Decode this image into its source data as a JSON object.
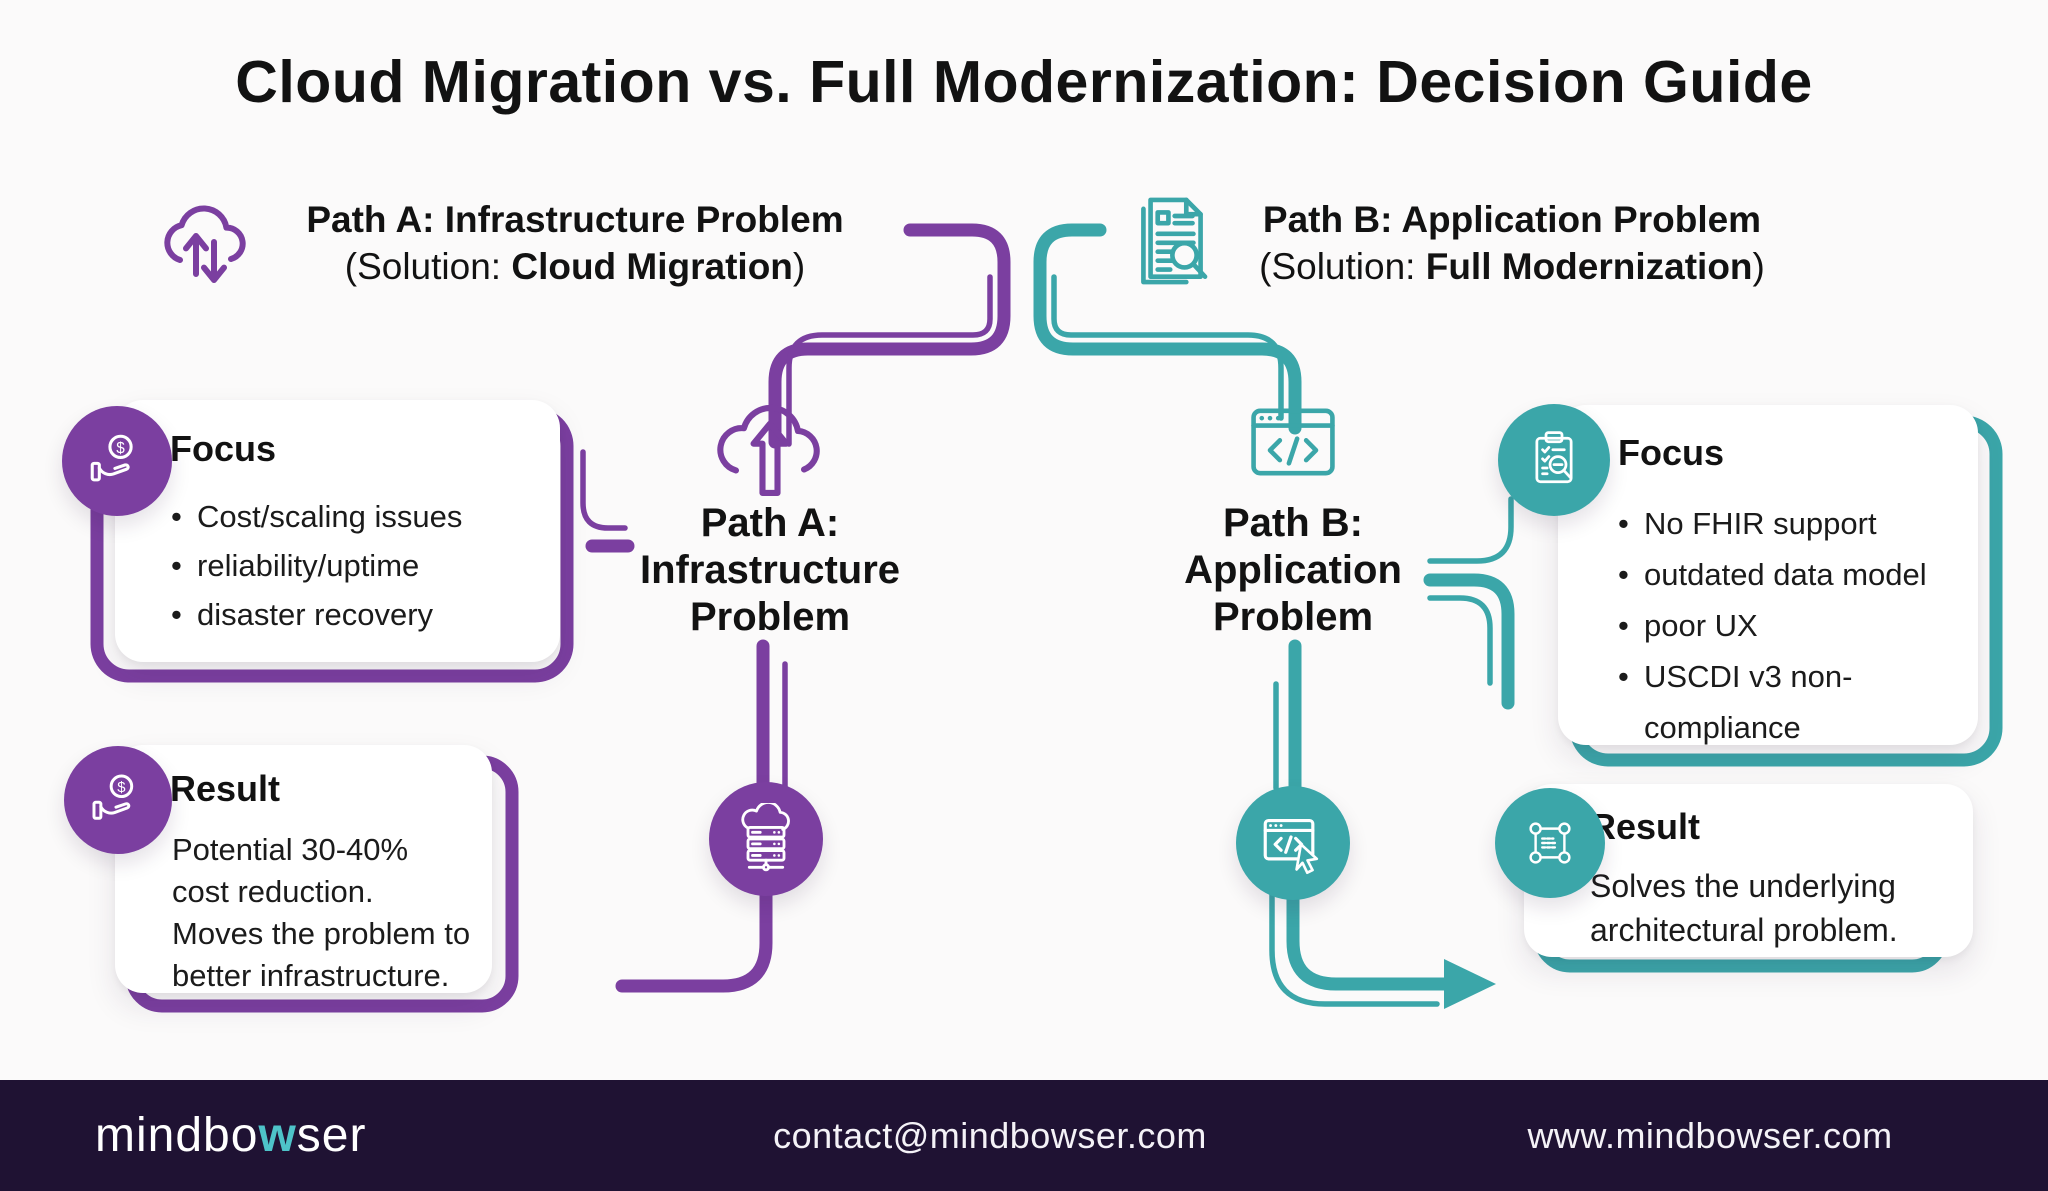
{
  "title": "Cloud Migration vs. Full Modernization: Decision Guide",
  "colors": {
    "purple": "#7b3fa0",
    "teal": "#3ba6a9",
    "footer_background": "#1f1233",
    "logo_accent": "#4ec3c9",
    "card_background": "#ffffff",
    "page_background": "#fbfafa",
    "text": "#141414"
  },
  "path_a": {
    "header": {
      "title": "Path A: Infrastructure Problem",
      "solution_prefix": "(Solution: ",
      "solution": "Cloud Migration",
      "solution_suffix": ")"
    },
    "node_label": "Path A:\nInfrastructure\nProblem",
    "focus": {
      "heading": "Focus",
      "bullets": [
        "Cost/scaling issues",
        "reliability/uptime",
        "disaster recovery"
      ]
    },
    "result": {
      "heading": "Result",
      "text": "Potential 30-40%\ncost reduction.\nMoves the problem to\nbetter infrastructure."
    }
  },
  "path_b": {
    "header": {
      "title": "Path B: Application Problem",
      "solution_prefix": "(Solution: ",
      "solution": "Full Modernization",
      "solution_suffix": ")"
    },
    "node_label": "Path B:\nApplication\nProblem",
    "focus": {
      "heading": "Focus",
      "bullets": [
        "No FHIR support",
        "outdated data model",
        "poor UX",
        "USCDI v3 non-compliance"
      ]
    },
    "result": {
      "heading": "Result",
      "text": "Solves the underlying\narchitectural problem."
    }
  },
  "footer": {
    "logo_prefix": "mindbo",
    "logo_accent": "w",
    "logo_suffix": "ser",
    "email": "contact@mindbowser.com",
    "website": "www.mindbowser.com"
  },
  "icons": {
    "path_a_header": "cloud-migration-icon",
    "path_b_header": "document-search-icon",
    "path_a_node": "cloud-upload-icon",
    "path_b_node": "code-window-icon",
    "focus_a": "hand-coin-icon",
    "result_a": "hand-coin-icon",
    "focus_b": "clipboard-search-icon",
    "result_b": "architecture-frame-icon",
    "node_a_circle": "cloud-server-icon",
    "node_b_circle": "code-cursor-icon",
    "flow_end": "arrow-right-icon"
  }
}
